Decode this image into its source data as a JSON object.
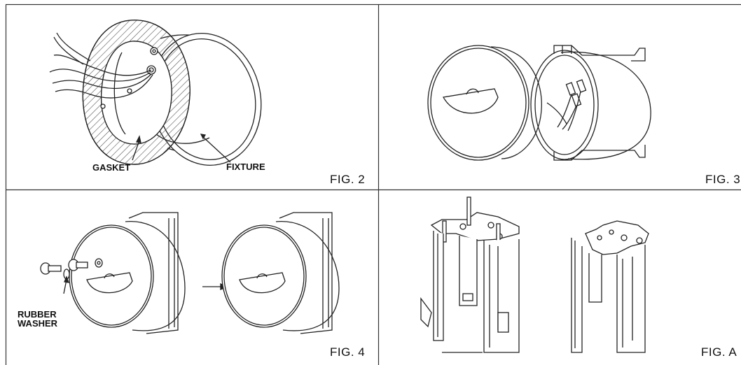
{
  "panels": [
    {
      "id": "fig2",
      "label": "FIG. 2",
      "callouts": [
        "GASKET",
        "FIXTURE"
      ]
    },
    {
      "id": "fig3",
      "label": "FIG. 3",
      "callouts": []
    },
    {
      "id": "fig4",
      "label": "FIG. 4",
      "callouts": [
        "RUBBER",
        "WASHER"
      ]
    },
    {
      "id": "figA",
      "label": "FIG. A",
      "callouts": []
    }
  ],
  "colors": {
    "line": "#222222",
    "frame": "#333333",
    "hatch": "#555555",
    "paper": "#ffffff"
  }
}
